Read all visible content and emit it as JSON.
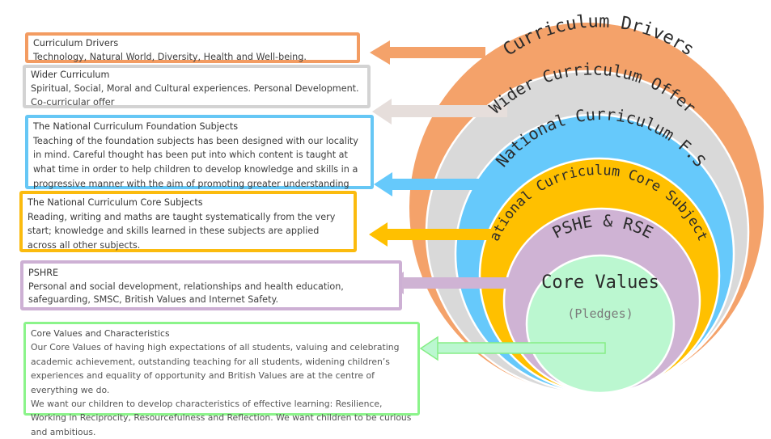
{
  "boxes": {
    "drivers": {
      "title": "Curriculum Drivers",
      "body": "Technology, Natural World, Diversity, Health and Well-being."
    },
    "wider": {
      "title": "Wider Curriculum",
      "body": "Spiritual, Social, Moral and Cultural experiences. Personal Development.",
      "extra": "Co-curricular offer"
    },
    "foundation": {
      "title": "The National Curriculum Foundation Subjects",
      "body": "Teaching of the foundation subjects has been designed with our locality in mind. Careful thought has been put into which content is taught at what time in order to help children to develop knowledge and skills in a progressive manner with the aim of promoting greater understanding and retention."
    },
    "core": {
      "title": "The National Curriculum Core Subjects",
      "body": "Reading, writing and maths are taught systematically from the very start; knowledge and skills learned in these subjects are applied across all other subjects."
    },
    "pshre": {
      "title": "PSHRE",
      "body": "Personal and social development, relationships and health education, safeguarding, SMSC, British Values and Internet Safety."
    },
    "values": {
      "title": "Core Values and Characteristics",
      "body1": "Our Core Values of having high expectations of all students, valuing and celebrating academic achievement, outstanding teaching for all students, widening children’s experiences and equality of opportunity and British Values are at the centre of everything we do.",
      "body2": "We want our children to develop characteristics of effective learning: Resilience, Working in Reciprocity, Resourcefulness and Reflection. We want children to be curious and ambitious."
    }
  },
  "rings": [
    {
      "label": "Curriculum Drivers",
      "color": "#F4A26A",
      "arrow_color": "#F4A26A"
    },
    {
      "label": "Wider Curriculum Offer",
      "color": "#D9D9D9",
      "arrow_color": "#E6DEDB"
    },
    {
      "label": "National Curriculum F.S",
      "color": "#66C9FB",
      "arrow_color": "#66C9FB"
    },
    {
      "label": "National Curriculum Core Subjects",
      "color": "#FFC000",
      "arrow_color": "#FFC000"
    },
    {
      "label": "PSHE & RSE",
      "color": "#CFB3D4",
      "arrow_color": "#CFB3D4"
    },
    {
      "label": "Core Values",
      "color": "#BBF7D0",
      "arrow_color": "#BBF7D0",
      "sublabel": "(Pledges)"
    }
  ]
}
